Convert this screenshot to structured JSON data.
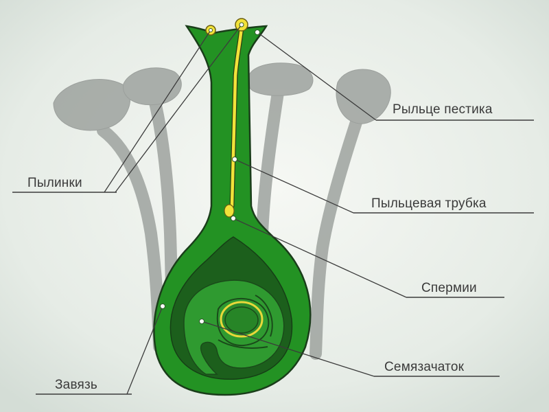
{
  "diagram": {
    "colors": {
      "background_center": "#f6f8f4",
      "background_edge": "#d4ddd6",
      "pistil_fill": "#239223",
      "pistil_dark": "#1c5f1c",
      "ovule_fill": "#2f9a30",
      "pollen_tube": "#f2e23a",
      "stamen_gray": "#9ea39f",
      "label_text": "#3a3a3a"
    },
    "labels": {
      "stigma": "Рыльце пестика",
      "anthers": "Пылинки",
      "pollen_tube": "Пыльцевая трубка",
      "sperm": "Спермии",
      "ovule": "Семязачаток",
      "ovary": "Завязь"
    }
  }
}
